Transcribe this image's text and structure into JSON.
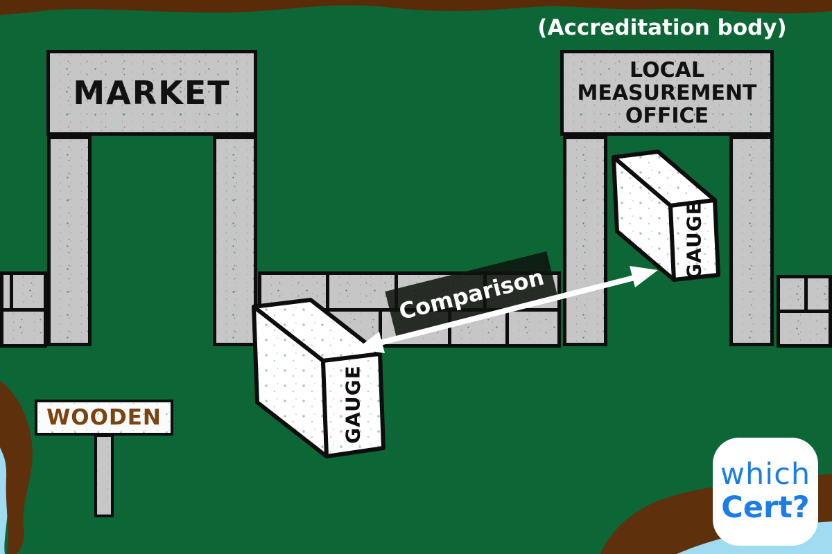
{
  "scene": {
    "background_color": "#0c6636",
    "soil_color": "#5e2f0c",
    "water_color": "#9fdcf2",
    "stone_color": "#c6c6c6",
    "outline_color": "#0d0d0d"
  },
  "market_gate": {
    "title": "MARKET"
  },
  "office_gate": {
    "accreditation_label": "(Accreditation body)",
    "title_lines": [
      "LOCAL",
      "MEASUREMENT",
      "OFFICE"
    ]
  },
  "comparison_arrow": {
    "label": "Comparison",
    "arrow_color": "#ffffff"
  },
  "market_gauge": {
    "label": "GAUGE"
  },
  "office_gauge": {
    "label": "GAUGE"
  },
  "wooden_sign": {
    "label": "WOODEN",
    "text_color": "#7a430f"
  },
  "logo": {
    "line1": "which",
    "line2": "Cert?",
    "text_color": "#1c7ce8"
  }
}
